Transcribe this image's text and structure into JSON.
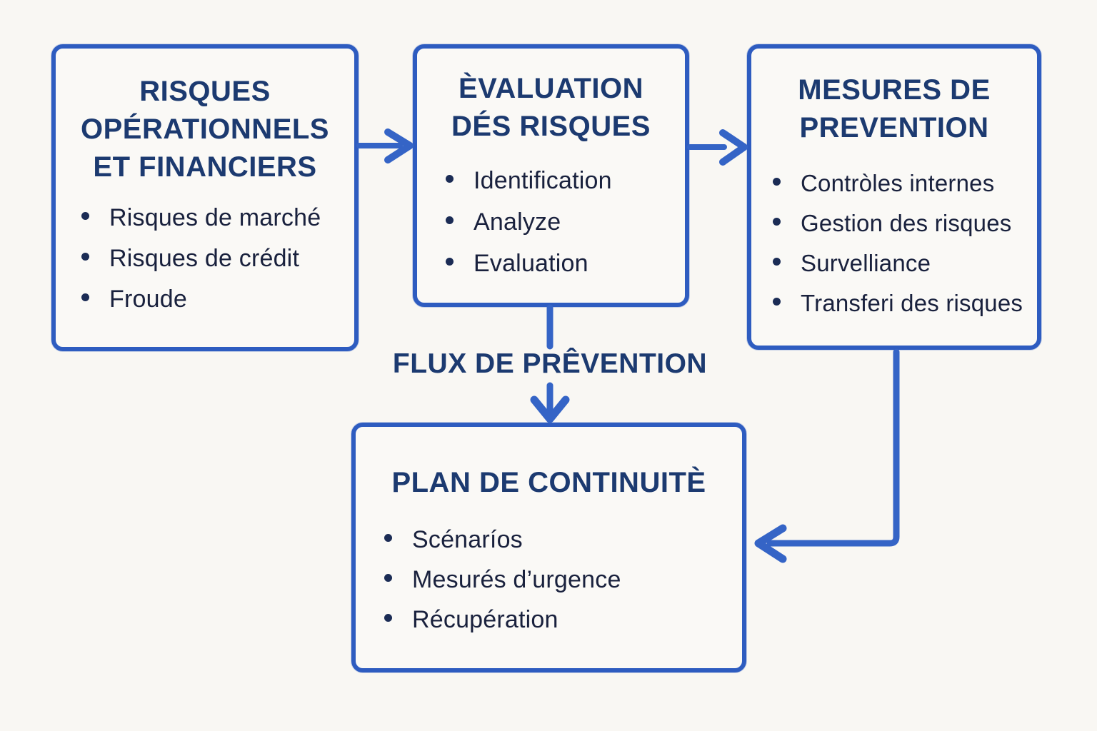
{
  "diagram": {
    "background": "#f9f7f3",
    "accent_blue": "#2e5cc0",
    "title_color": "#1c3a70",
    "text_color": "#19213d",
    "boxes": [
      {
        "id": "risques",
        "title": "RISQUES OPÉRATIONNELS ET FINANCIERS",
        "items": [
          "Risques de marché",
          "Risques de crédit",
          "Froude"
        ]
      },
      {
        "id": "evaluation",
        "title": "ÈVALUATION DÉS RISQUES",
        "items": [
          "Identification",
          "Analyze",
          "Evaluation"
        ]
      },
      {
        "id": "mesures",
        "title": "MESURES DE PREVENTION",
        "items": [
          "Contròles internes",
          "Gestion des risques",
          "Survelliance",
          "Transferi des risques"
        ]
      },
      {
        "id": "plan",
        "title": "PLAN DE CONTINUITÈ",
        "items": [
          "Scénaríos",
          "Mesurés d’urgence",
          "Récupération"
        ]
      }
    ],
    "flow_label": "FLUX DE PRÊVENTION",
    "connections": [
      {
        "from": "risques",
        "to": "evaluation"
      },
      {
        "from": "evaluation",
        "to": "mesures"
      },
      {
        "from": "evaluation",
        "to": "plan",
        "label": "FLUX DE PRÊVENTION"
      },
      {
        "from": "mesures",
        "to": "plan"
      }
    ]
  }
}
